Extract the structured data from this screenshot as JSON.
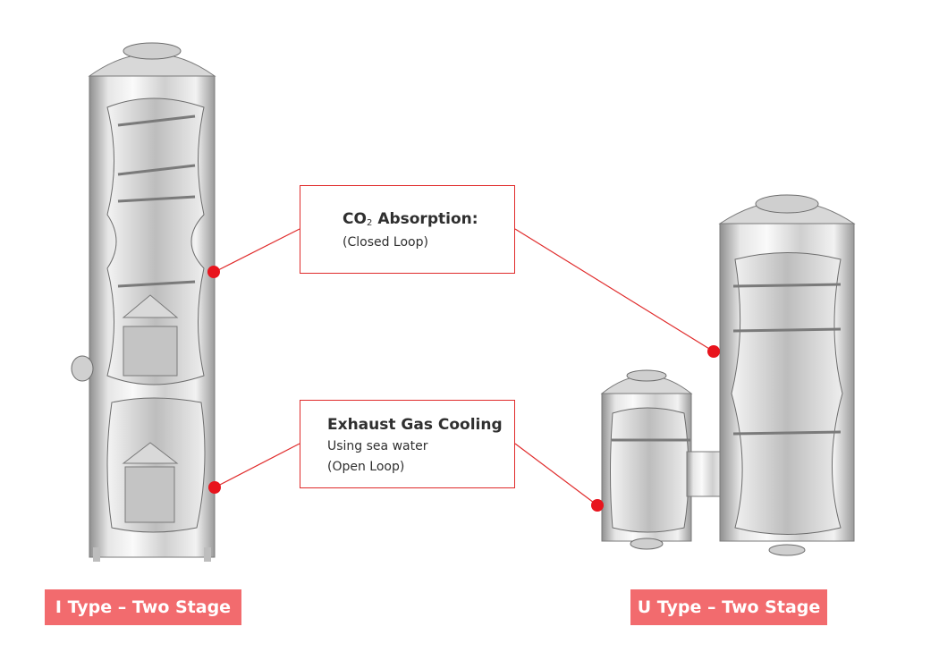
{
  "callouts": {
    "co2": {
      "title_main": "CO",
      "title_sub": "2",
      "title_rest": "Absorption:",
      "line1": "(Closed Loop)"
    },
    "exhaust": {
      "title": "Exhaust Gas Cooling",
      "line1": "Using sea water",
      "line2": "(Open Loop)"
    }
  },
  "labels": {
    "i_type": "I Type – Two Stage",
    "u_type": "U Type – Two Stage"
  },
  "colors": {
    "accent_red": "#e02b2b",
    "label_bg": "#f26b6e",
    "steel": "#c9c9c9"
  }
}
